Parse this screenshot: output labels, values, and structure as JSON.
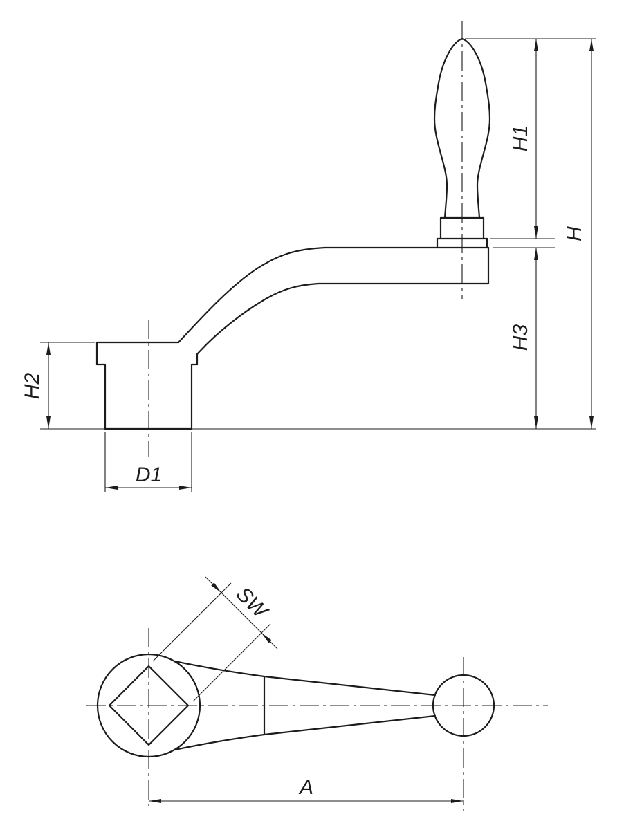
{
  "drawing": {
    "title": "crank-handle-technical-drawing",
    "colors": {
      "line": "#1c1c1c",
      "background": "#ffffff"
    },
    "dimensions": {
      "h1": "H1",
      "h": "H",
      "h2": "H2",
      "h3": "H3",
      "d1": "D1",
      "sw": "SW",
      "a": "A"
    }
  }
}
